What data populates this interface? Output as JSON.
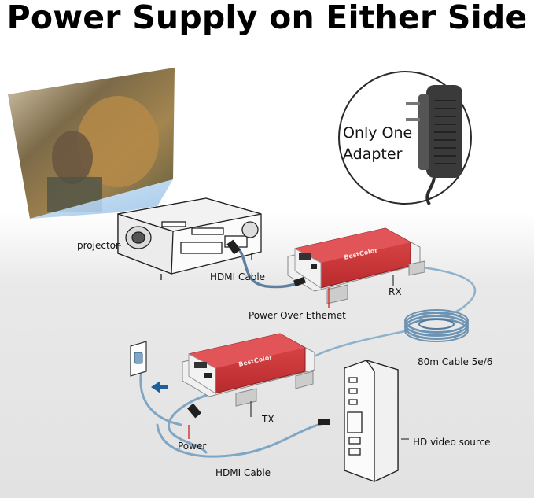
{
  "title": "Power Supply on Either Side",
  "callout": {
    "line1": "Only One",
    "line2": "Adapter"
  },
  "labels": {
    "projector": "projector",
    "hdmi_cable_top": "HDMI Cable",
    "power_over_ethernet": "Power Over Ethemet",
    "rx": "RX",
    "cable_80m": "80m Cable 5e/6",
    "tx": "TX",
    "power": "Power",
    "hdmi_cable_bottom": "HDMI Cable",
    "hd_video_source": "HD video source"
  },
  "device_brand": "BestColor",
  "colors": {
    "device_red": "#cf3638",
    "cable_blue": "#7fa6c4",
    "arrow_blue": "#1f5f9a",
    "pointer_red": "#d22020"
  }
}
